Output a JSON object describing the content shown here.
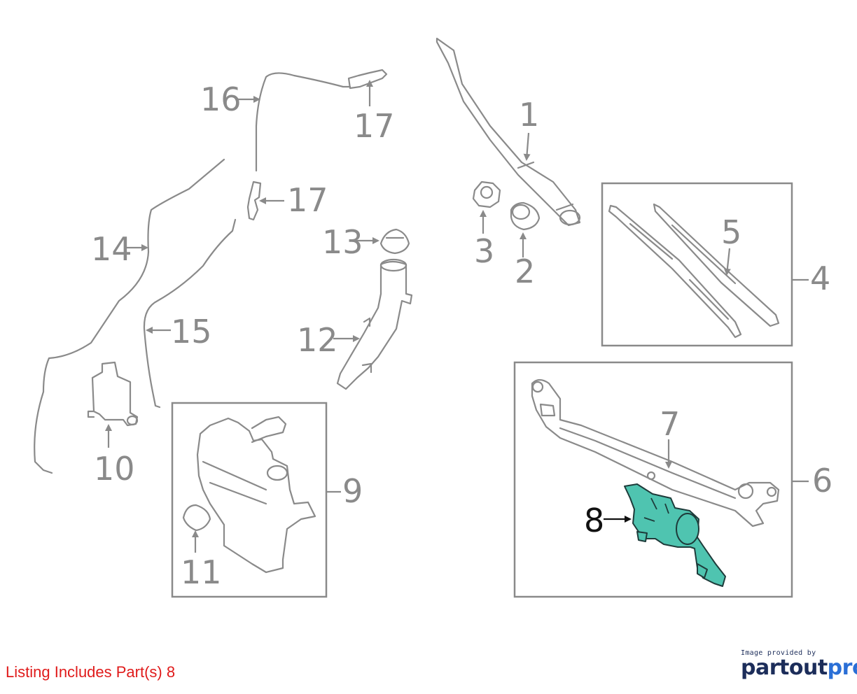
{
  "callouts": {
    "c1": "1",
    "c2": "2",
    "c3": "3",
    "c4": "4",
    "c5": "5",
    "c6": "6",
    "c7": "7",
    "c8": "8",
    "c9": "9",
    "c10": "10",
    "c11": "11",
    "c12": "12",
    "c13": "13",
    "c14": "14",
    "c15": "15",
    "c16": "16",
    "c17a": "17",
    "c17b": "17"
  },
  "highlighted_part": "8",
  "listing_note": "Listing Includes Part(s) 8",
  "credit": {
    "line": "Image provided by",
    "brand_part1": "partout",
    "brand_part2": "pro"
  },
  "colors": {
    "highlight_fill": "#4fc4b0",
    "line_gray": "#8a8a8a",
    "note_red": "#e01b1b",
    "brand_navy": "#1c2d5a",
    "brand_blue": "#2a6fd6"
  }
}
